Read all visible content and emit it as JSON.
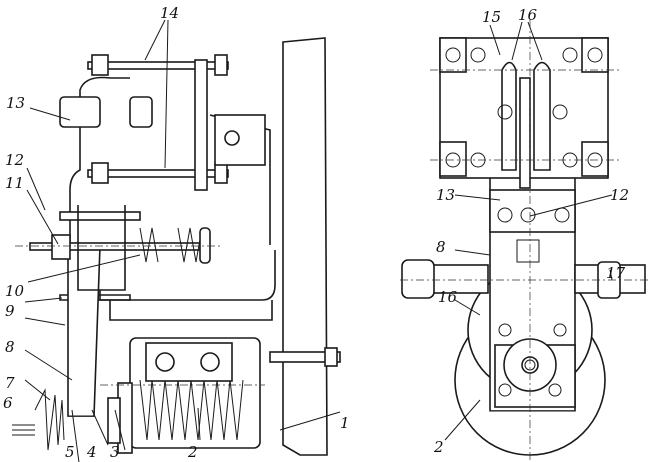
{
  "side_view": {
    "labels": {
      "l14": "14",
      "l13": "13",
      "l12": "12",
      "l11": "11",
      "l10": "10",
      "l9": "9",
      "l8": "8",
      "l7": "7",
      "l6": "6",
      "l5": "5",
      "l4": "4",
      "l3": "3",
      "l2": "2",
      "l1": "1"
    }
  },
  "front_view": {
    "labels": {
      "l15": "15",
      "l16a": "16",
      "l13": "13",
      "l12": "12",
      "l8": "8",
      "l16b": "16",
      "l17": "17",
      "l2": "2"
    }
  }
}
